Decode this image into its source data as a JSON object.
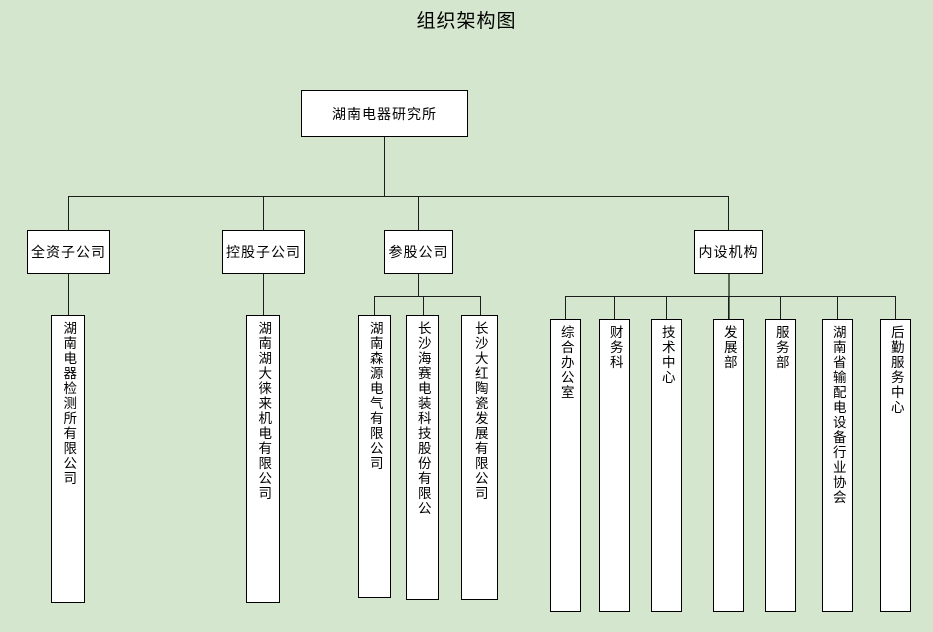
{
  "title": "组织架构图",
  "colors": {
    "background": "#d4e6cd",
    "node_fill": "#ffffff",
    "line": "#1d1d1d",
    "text": "#000000"
  },
  "root": {
    "label": "湖南电器研究所"
  },
  "branches": [
    {
      "label": "全资子公司",
      "children": [
        {
          "label": "湖南电器检测所有限公司"
        }
      ]
    },
    {
      "label": "控股子公司",
      "children": [
        {
          "label": "湖南湖大徕来机电有限公司"
        }
      ]
    },
    {
      "label": "参股公司",
      "children": [
        {
          "label": "湖南森源电气有限公司"
        },
        {
          "label": "长沙海赛电装科技股份有限公"
        },
        {
          "label": "长沙大红陶瓷发展有限公司"
        }
      ]
    },
    {
      "label": "内设机构",
      "children": [
        {
          "label": "综合办公室"
        },
        {
          "label": "财务科"
        },
        {
          "label": "技术中心"
        },
        {
          "label": "发展部"
        },
        {
          "label": "服务部"
        },
        {
          "label": "湖南省输配电设备行业协会"
        },
        {
          "label": "后勤服务中心"
        }
      ]
    }
  ]
}
